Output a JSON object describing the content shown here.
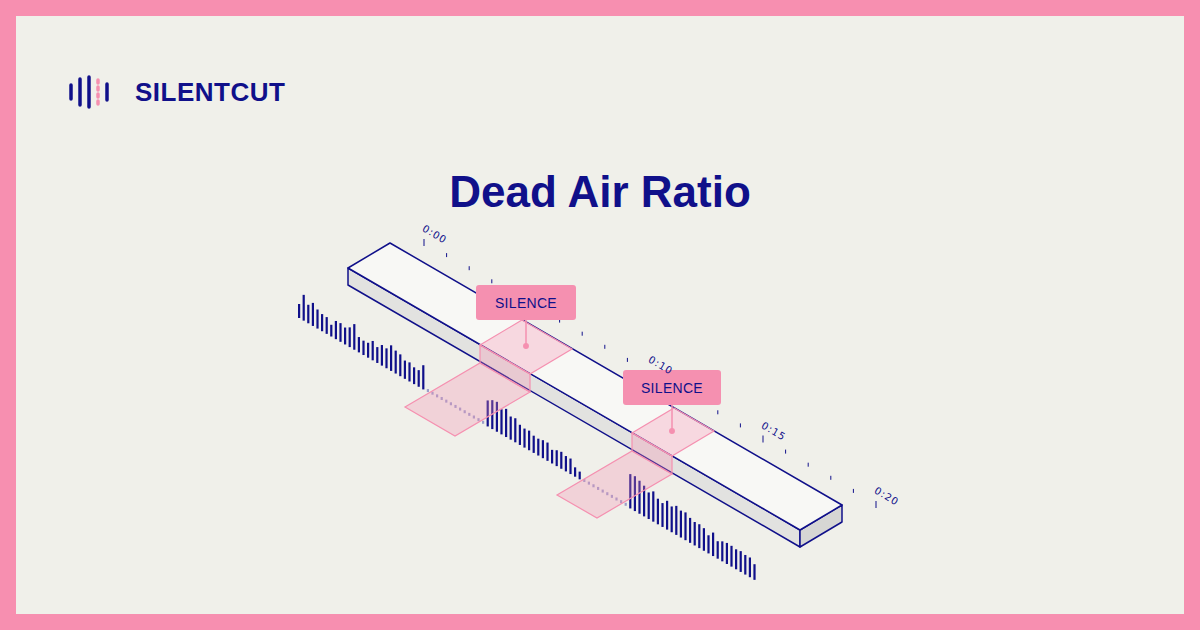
{
  "diagram": {
    "title": "Dead Air Ratio",
    "nodes": [
      {
        "text": [
          "SILENCE"
        ]
      },
      {
        "text": [
          "SILENCE"
        ]
      }
    ],
    "labels": [
      "SILENTCUT",
      "0:00",
      "0:10",
      "0:15",
      "0:20"
    ]
  }
}
